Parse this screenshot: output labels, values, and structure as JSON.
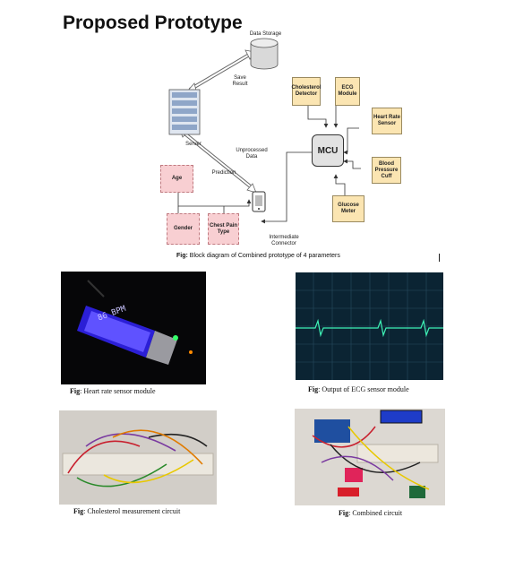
{
  "title": "Proposed Prototype",
  "diagram": {
    "data_storage": "Data Storage",
    "save_result": "Save\nResult",
    "server": "Server",
    "unprocessed_data": "Unprocessed\nData",
    "prediction": "Prediction",
    "intermediate_connector": "Intermediate\nConnector",
    "mcu": "MCU",
    "boxes": {
      "cholesterol": "Cholesterol\nDetector",
      "ecg": "ECG\nModule",
      "heart_rate": "Heart Rate\nSensor",
      "blood_pressure": "Blood\nPressure\nCuff",
      "glucose": "Glucose\nMeter",
      "age": "Age",
      "gender": "Gender",
      "chest_pain": "Chest Pain\nType"
    },
    "caption_prefix": "Fig:",
    "caption_text": " Block diagram of Combined prototype of 4 parameters"
  },
  "photos": [
    {
      "prefix": "Fig",
      "text": ": Heart rate sensor module",
      "display_text": "86 BPM"
    },
    {
      "prefix": "Fig",
      "text": ": Output of ECG sensor module"
    },
    {
      "prefix": "Fig",
      "text": ": Cholesterol measurement circuit"
    },
    {
      "prefix": "Fig",
      "text": ": Combined circuit"
    }
  ]
}
